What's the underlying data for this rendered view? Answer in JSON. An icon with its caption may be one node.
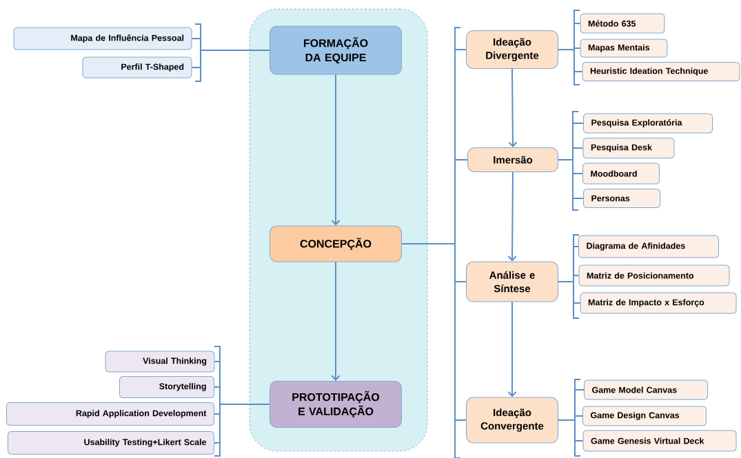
{
  "diagram": {
    "nodes": [
      {
        "text": [],
        "shape": "box"
      },
      {
        "text": [
          "FORMAÇÃO DA EQUIPE"
        ],
        "in": 0
      },
      {
        "text": [
          "CONCEPÇÃO"
        ],
        "in": 0
      },
      {
        "text": [
          "PROTOTIPAÇÃO E VALIDAÇÃO"
        ],
        "in": 0
      },
      {
        "text": [
          "Mapa de Influência Pessoal"
        ]
      },
      {
        "text": [
          "Perfil T-Shaped"
        ]
      },
      {
        "text": [
          "Ideação Divergente"
        ]
      },
      {
        "text": [
          "Imersão"
        ]
      },
      {
        "text": [
          "Análise e Síntese"
        ]
      },
      {
        "text": [
          "Ideação Convergente"
        ]
      },
      {
        "text": [
          "Método 635"
        ]
      },
      {
        "text": [
          "Mapas Mentais"
        ]
      },
      {
        "text": [
          "Heuristic Ideation Technique"
        ]
      },
      {
        "text": [
          "Pesquisa Exploratória"
        ]
      },
      {
        "text": [
          "Pesquisa Desk"
        ]
      },
      {
        "text": [
          "Moodboard"
        ]
      },
      {
        "text": [
          "Personas"
        ]
      },
      {
        "text": [
          "Diagrama de Afinidades"
        ]
      },
      {
        "text": [
          "Matriz de Posicionamento"
        ]
      },
      {
        "text": [
          "Matriz de Impacto x Esforço"
        ]
      },
      {
        "text": [
          "Game Model Canvas"
        ]
      },
      {
        "text": [
          "Game Design Canvas"
        ]
      },
      {
        "text": [
          "Game Genesis Virtual Deck"
        ]
      },
      {
        "text": [
          "Visual Thinking"
        ]
      },
      {
        "text": [
          "Storytelling"
        ]
      },
      {
        "text": [
          "Rapid Application Development"
        ]
      },
      {
        "text": [
          "Usability Testing+Likert Scale"
        ]
      }
    ],
    "edges": [
      {
        "from": 1,
        "to": 2,
        "arrow": "to"
      },
      {
        "from": 2,
        "to": 3,
        "arrow": "to"
      },
      {
        "from": 6,
        "to": 7,
        "arrow": "to"
      },
      {
        "from": 7,
        "to": 8,
        "arrow": "to"
      },
      {
        "from": 8,
        "to": 9,
        "arrow": "to"
      },
      {
        "from": 1,
        "to": 4,
        "arrow": "none"
      },
      {
        "from": 1,
        "to": 5,
        "arrow": "none"
      },
      {
        "from": 2,
        "to": 6,
        "arrow": "none"
      },
      {
        "from": 2,
        "to": 7,
        "arrow": "none"
      },
      {
        "from": 2,
        "to": 8,
        "arrow": "none"
      },
      {
        "from": 2,
        "to": 9,
        "arrow": "none"
      },
      {
        "from": 6,
        "to": 10,
        "arrow": "none"
      },
      {
        "from": 6,
        "to": 11,
        "arrow": "none"
      },
      {
        "from": 6,
        "to": 12,
        "arrow": "none"
      },
      {
        "from": 7,
        "to": 13,
        "arrow": "none"
      },
      {
        "from": 7,
        "to": 14,
        "arrow": "none"
      },
      {
        "from": 7,
        "to": 15,
        "arrow": "none"
      },
      {
        "from": 7,
        "to": 16,
        "arrow": "none"
      },
      {
        "from": 8,
        "to": 17,
        "arrow": "none"
      },
      {
        "from": 8,
        "to": 18,
        "arrow": "none"
      },
      {
        "from": 8,
        "to": 19,
        "arrow": "none"
      },
      {
        "from": 9,
        "to": 20,
        "arrow": "none"
      },
      {
        "from": 9,
        "to": 21,
        "arrow": "none"
      },
      {
        "from": 9,
        "to": 22,
        "arrow": "none"
      },
      {
        "from": 3,
        "to": 23,
        "arrow": "none"
      },
      {
        "from": 3,
        "to": 24,
        "arrow": "none"
      },
      {
        "from": 3,
        "to": 25,
        "arrow": "none"
      },
      {
        "from": 3,
        "to": 26,
        "arrow": "none"
      }
    ]
  }
}
